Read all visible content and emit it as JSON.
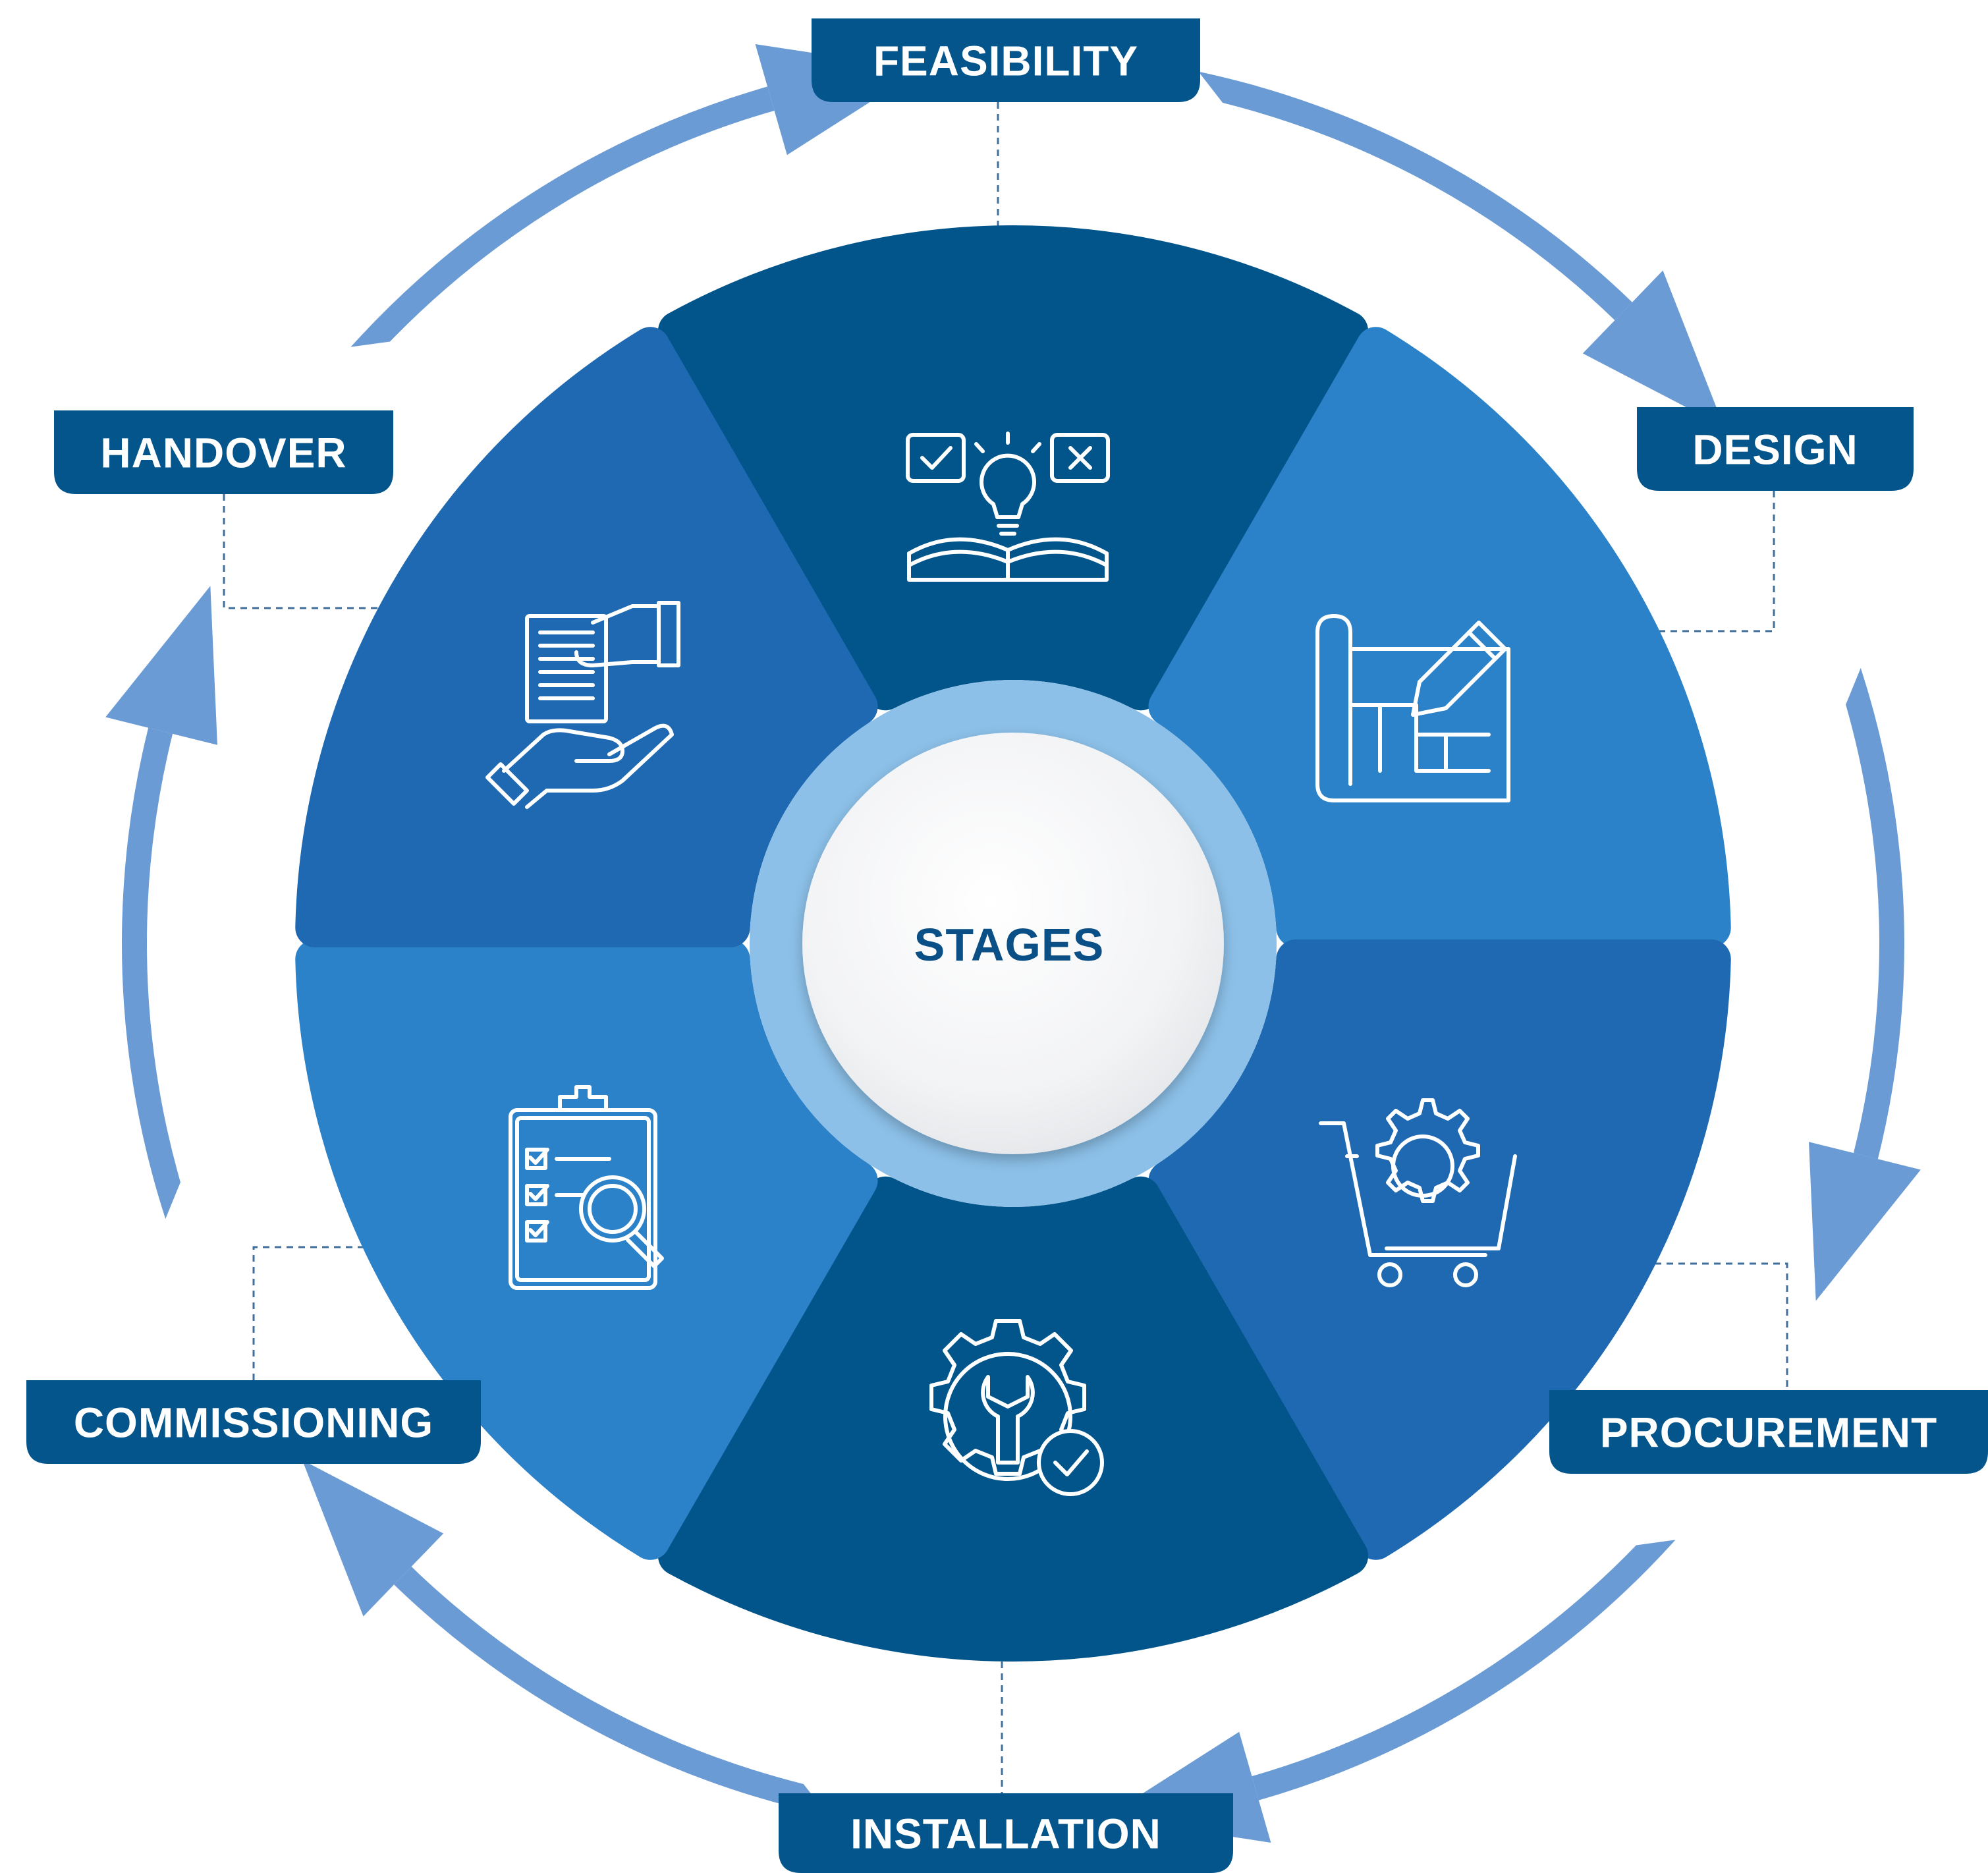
{
  "center": {
    "label": "STAGES"
  },
  "stages": [
    {
      "id": "feasibility",
      "label": "FEASIBILITY",
      "icon": "book-idea-icon"
    },
    {
      "id": "design",
      "label": "DESIGN",
      "icon": "blueprint-pencil-icon"
    },
    {
      "id": "procurement",
      "label": "PROCUREMENT",
      "icon": "cart-gear-icon"
    },
    {
      "id": "installation",
      "label": "INSTALLATION",
      "icon": "gear-wrench-check-icon"
    },
    {
      "id": "commissioning",
      "label": "COMMISSIONING",
      "icon": "checklist-magnifier-icon"
    },
    {
      "id": "handover",
      "label": "HANDOVER",
      "icon": "hand-document-icon"
    }
  ],
  "colors": {
    "dark_blue": "#02558b",
    "mid_blue": "#1e69b1",
    "light_blue": "#2b82c8",
    "ring_blue": "#8cc0e8",
    "arrow_blue": "#6b9bd4",
    "label_bg": "#04558b",
    "center_text": "#0a4f86",
    "center_fill": "#f1f2f4"
  }
}
